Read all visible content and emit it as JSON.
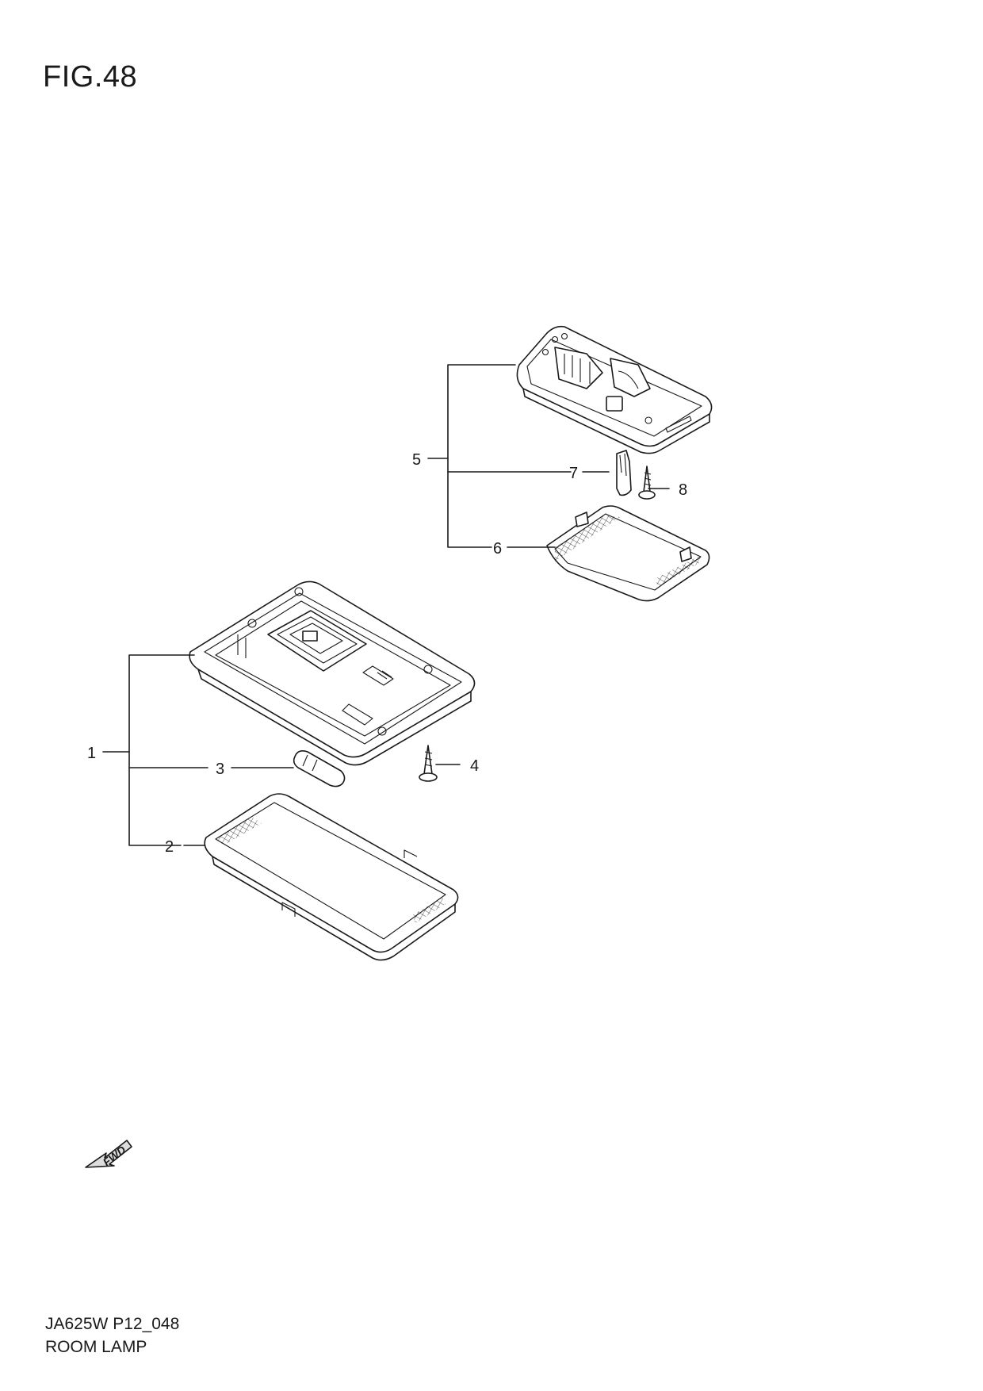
{
  "figure": {
    "title": "FIG.48",
    "code": "JA625W P12_048",
    "name": "ROOM LAMP"
  },
  "callouts": [
    {
      "id": "1",
      "label": "1"
    },
    {
      "id": "2",
      "label": "2"
    },
    {
      "id": "3",
      "label": "3"
    },
    {
      "id": "4",
      "label": "4"
    },
    {
      "id": "5",
      "label": "5"
    },
    {
      "id": "6",
      "label": "6"
    },
    {
      "id": "7",
      "label": "7"
    },
    {
      "id": "8",
      "label": "8"
    }
  ],
  "direction_marker": {
    "label": "FWD"
  },
  "colors": {
    "line": "#1a1a1a",
    "background": "#ffffff"
  }
}
